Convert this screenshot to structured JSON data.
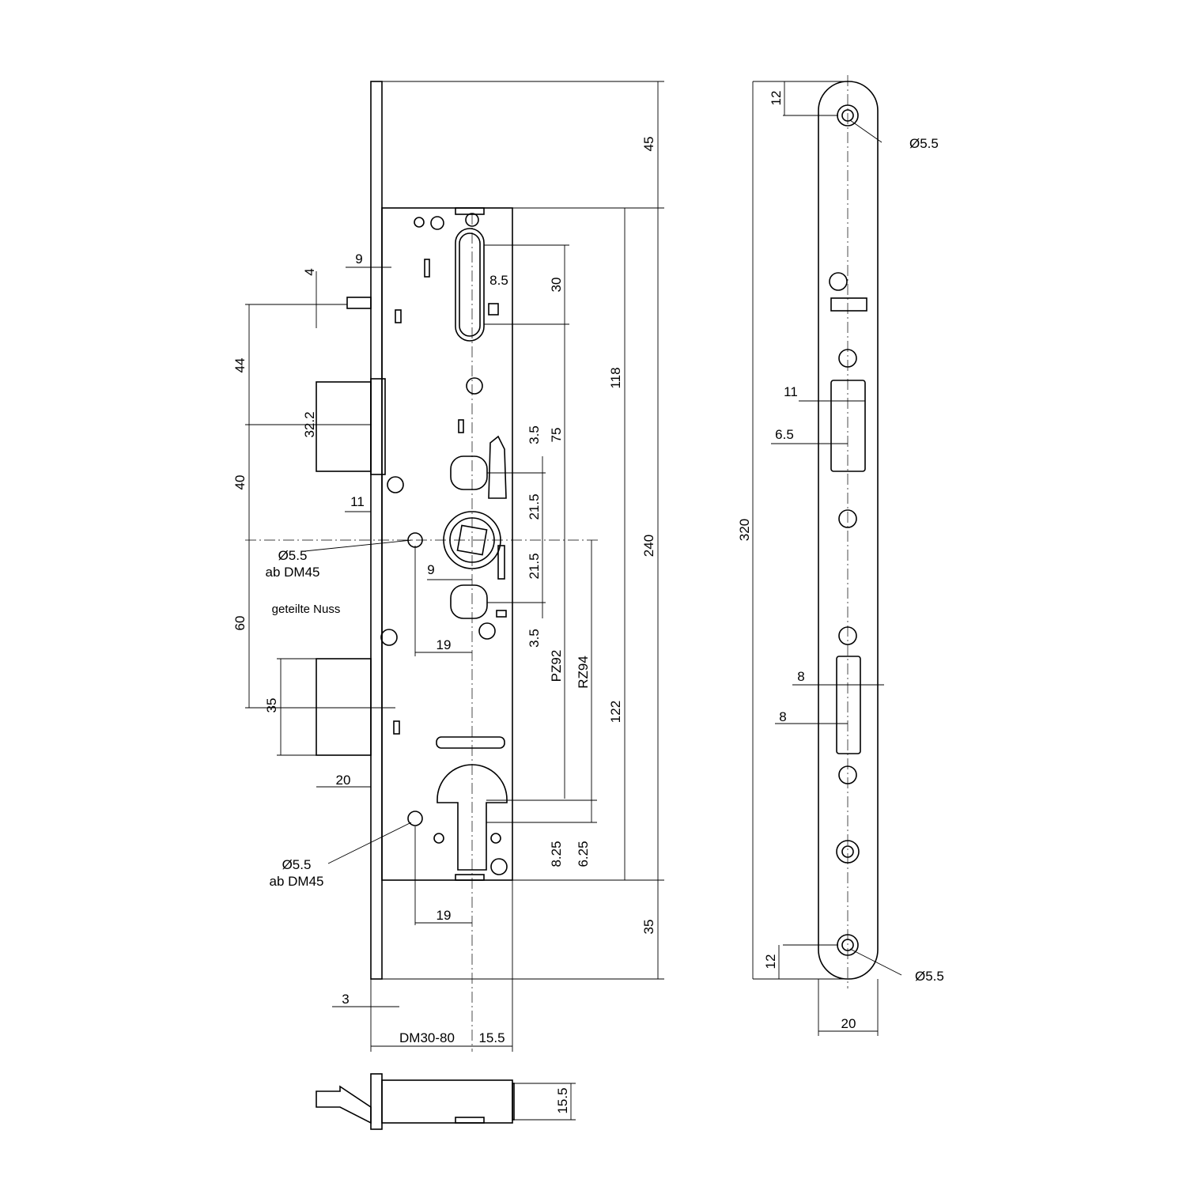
{
  "lock_front": {
    "dim_top": "45",
    "dim_case_height": "240",
    "dim_bottom": "35",
    "dim_upper_118": "118",
    "dim_lower_122": "122",
    "dim_slot_30": "30",
    "dim_75": "75",
    "dim_3_5_top": "3.5",
    "dim_21_5_top": "21.5",
    "dim_21_5_bottom": "21.5",
    "dim_3_5_bottom": "3.5",
    "dim_pz92": "PZ92",
    "dim_rz94": "RZ94",
    "dim_8_25": "8.25",
    "dim_6_25": "6.25",
    "dim_44": "44",
    "dim_40": "40",
    "dim_60": "60",
    "dim_32_2": "32.2",
    "dim_35_bolt": "35",
    "dim_4": "4",
    "dim_9_top": "9",
    "dim_8_5": "8.5",
    "dim_11": "11",
    "dim_9_mid": "9",
    "dim_19_mid": "19",
    "dim_19_bottom": "19",
    "dim_20": "20",
    "dim_3": "3",
    "dim_backset": "DM30-80",
    "dim_15_5": "15.5",
    "hole_upper": {
      "diameter": "Ø5.5",
      "note": "ab DM45"
    },
    "hole_lower": {
      "diameter": "Ø5.5",
      "note": "ab DM45"
    },
    "split_hub_note": "geteilte Nuss"
  },
  "faceplate": {
    "dim_320": "320",
    "dim_12_top": "12",
    "dim_12_bottom": "12",
    "hole_top": "Ø5.5",
    "hole_bottom": "Ø5.5",
    "dim_11": "11",
    "dim_6_5": "6.5",
    "dim_8_a": "8",
    "dim_8_b": "8",
    "dim_20": "20"
  },
  "bottom_view": {
    "dim_15_5": "15.5"
  }
}
